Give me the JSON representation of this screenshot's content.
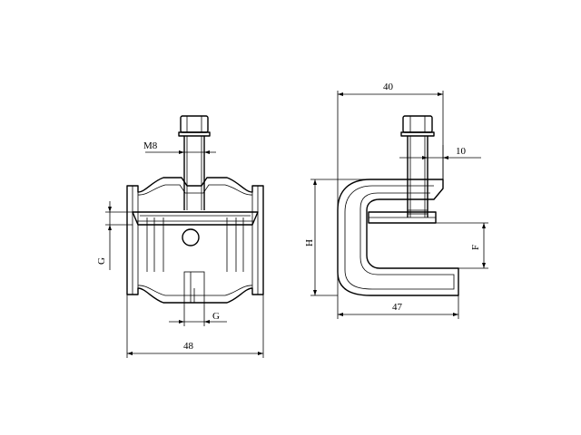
{
  "drawing": {
    "front_view": {
      "bolt_label": "M8",
      "width_label": "48",
      "gap_label_bottom": "G",
      "gap_label_side": "G"
    },
    "side_view": {
      "top_width_label": "40",
      "bolt_offset_label": "10",
      "height_label": "H",
      "clamp_label": "F",
      "bottom_width_label": "47"
    }
  }
}
